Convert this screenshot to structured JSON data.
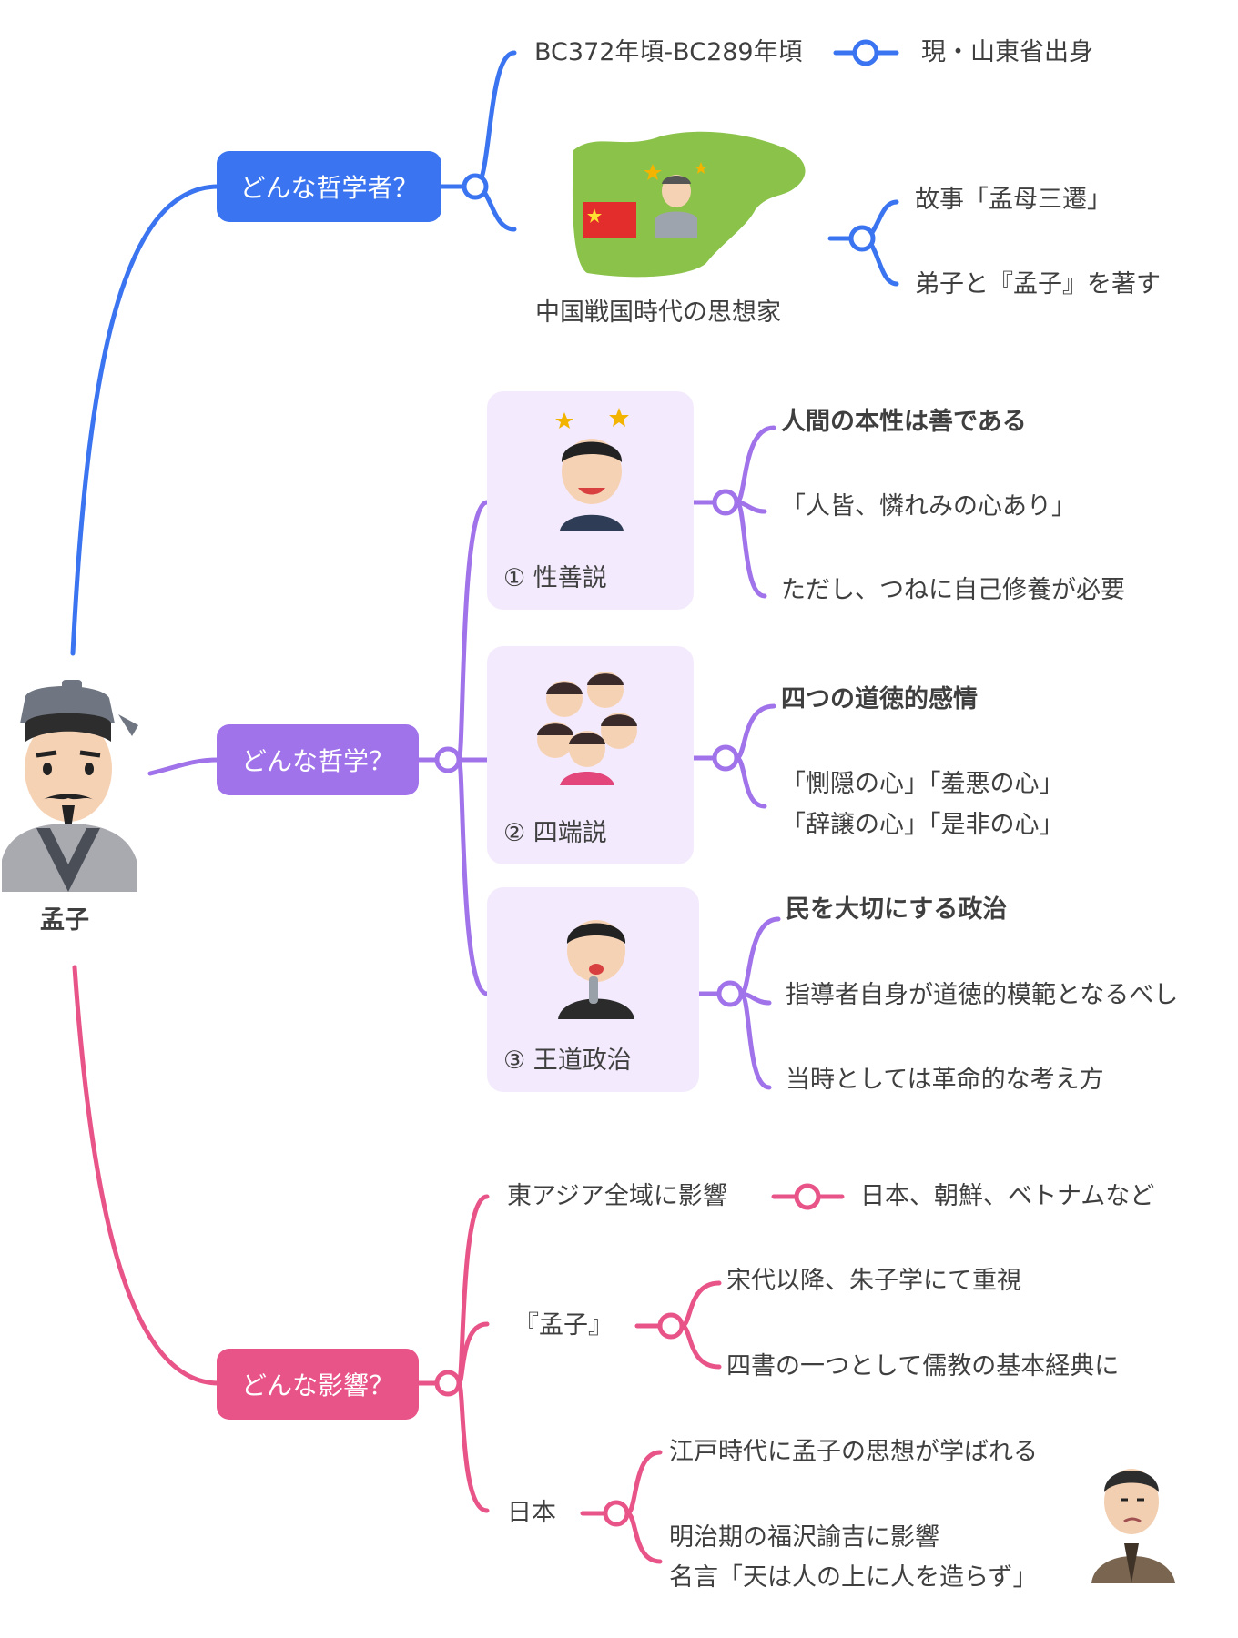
{
  "root": {
    "label": "孟子"
  },
  "colors": {
    "blue": "#3b74f0",
    "purple": "#a073ea",
    "pink": "#e85488",
    "card": "#f3ebfd"
  },
  "branches": {
    "who": {
      "label": "どんな哲学者？",
      "dates": "BC372年頃-BC289年頃",
      "birthplace": "現・山東省出身",
      "image_caption": "中国戦国時代の思想家",
      "story": "故事「孟母三遷」",
      "book": "弟子と『孟子』を著す"
    },
    "philosophy": {
      "label": "どんな哲学？",
      "cards": [
        {
          "label": "① 性善説",
          "items": [
            "人間の本性は善である",
            "「人皆、憐れみの心あり」",
            "ただし、つねに自己修養が必要"
          ]
        },
        {
          "label": "② 四端説",
          "items": [
            "四つの道徳的感情",
            "「惻隠の心」「羞悪の心」",
            "「辞譲の心」「是非の心」"
          ]
        },
        {
          "label": "③ 王道政治",
          "items": [
            "民を大切にする政治",
            "指導者自身が道徳的模範となるべし",
            "当時としては革命的な考え方"
          ]
        }
      ]
    },
    "influence": {
      "label": "どんな影響？",
      "east_asia": "東アジア全域に影響",
      "east_asia_detail": "日本、朝鮮、ベトナムなど",
      "book_label": "『孟子』",
      "book_items": [
        "宋代以降、朱子学にて重視",
        "四書の一つとして儒教の基本経典に"
      ],
      "japan_label": "日本",
      "japan_items": [
        "江戸時代に孟子の思想が学ばれる",
        "明治期の福沢諭吉に影響",
        "名言「天は人の上に人を造らず」"
      ]
    }
  }
}
